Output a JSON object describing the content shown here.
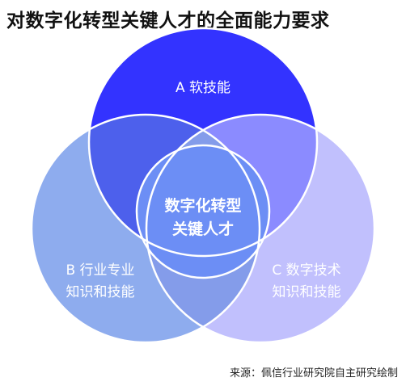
{
  "title": "对数字化转型关键人才的全面能力要求",
  "diagram": {
    "sets": [
      {
        "id": "A",
        "label_line1": "A 软技能",
        "label_line2": ""
      },
      {
        "id": "B",
        "label_line1": "B 行业专业",
        "label_line2": "知识和技能"
      },
      {
        "id": "C",
        "label_line1": "C 数字技术",
        "label_line2": "知识和技能"
      }
    ],
    "center": {
      "line1": "数字化转型",
      "line2": "关键人才"
    }
  },
  "colors": {
    "circle_a": "#3333ff",
    "circle_b": "#8eacee",
    "circle_c": "#c1c0fd",
    "overlap_ab": "#4d60ec",
    "overlap_ac": "#8b8bff",
    "overlap_bc": "#849cea",
    "center": "#6c8ef5",
    "outline": "#ffffff"
  },
  "source": "来源：佩信行业研究院自主研究绘制"
}
